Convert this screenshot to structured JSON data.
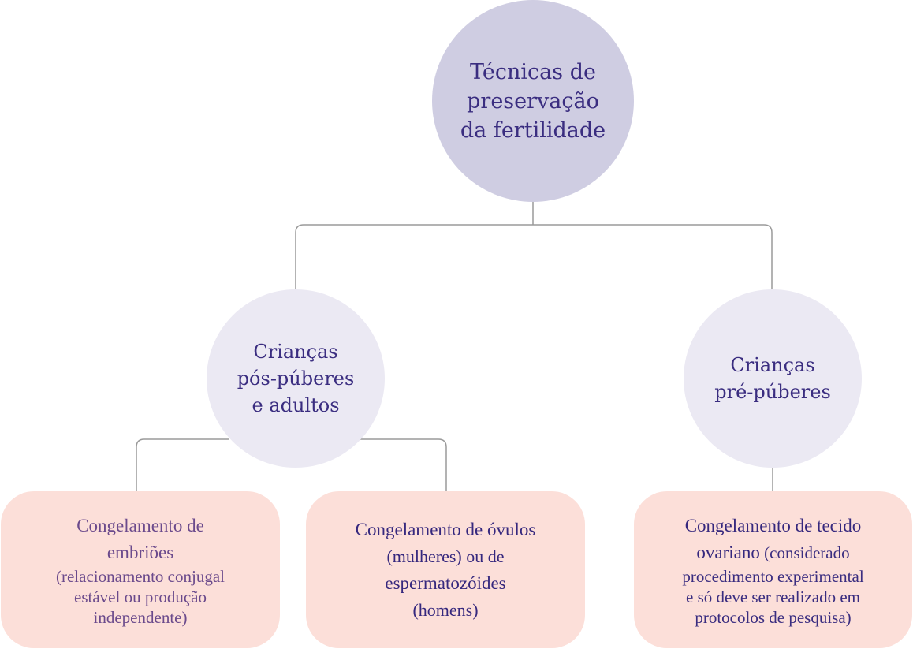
{
  "colors": {
    "root": "#cfcde2",
    "branch": "#ebe9f3",
    "leaf": "#fcdfd9",
    "text": "#3a2d80",
    "connector": "#9a9a9a"
  },
  "root": {
    "lines": [
      "Técnicas de",
      "preservação",
      "da fertilidade"
    ]
  },
  "branches": [
    {
      "lines": [
        "Crianças",
        "pós-púberes",
        "e adultos"
      ]
    },
    {
      "lines": [
        "Crianças",
        "pré-púberes"
      ]
    }
  ],
  "leaves": [
    {
      "lead": [
        "Congelamento de",
        "embriões"
      ],
      "detail": [
        "(relacionamento conjugal",
        "estável ou produção",
        "independente)"
      ]
    },
    {
      "lead": [
        "Congelamento de óvulos"
      ],
      "detail": [
        "(mulheres) ou de"
      ],
      "lead2": [
        "espermatozóides"
      ],
      "detail2": [
        "(homens)"
      ]
    },
    {
      "lead": [
        "Congelamento de tecido"
      ],
      "lead_inline": "ovariano",
      "inline_detail": " (considerado",
      "detail": [
        "procedimento experimental",
        "e só deve ser realizado em",
        "protocolos de pesquisa)"
      ]
    }
  ]
}
